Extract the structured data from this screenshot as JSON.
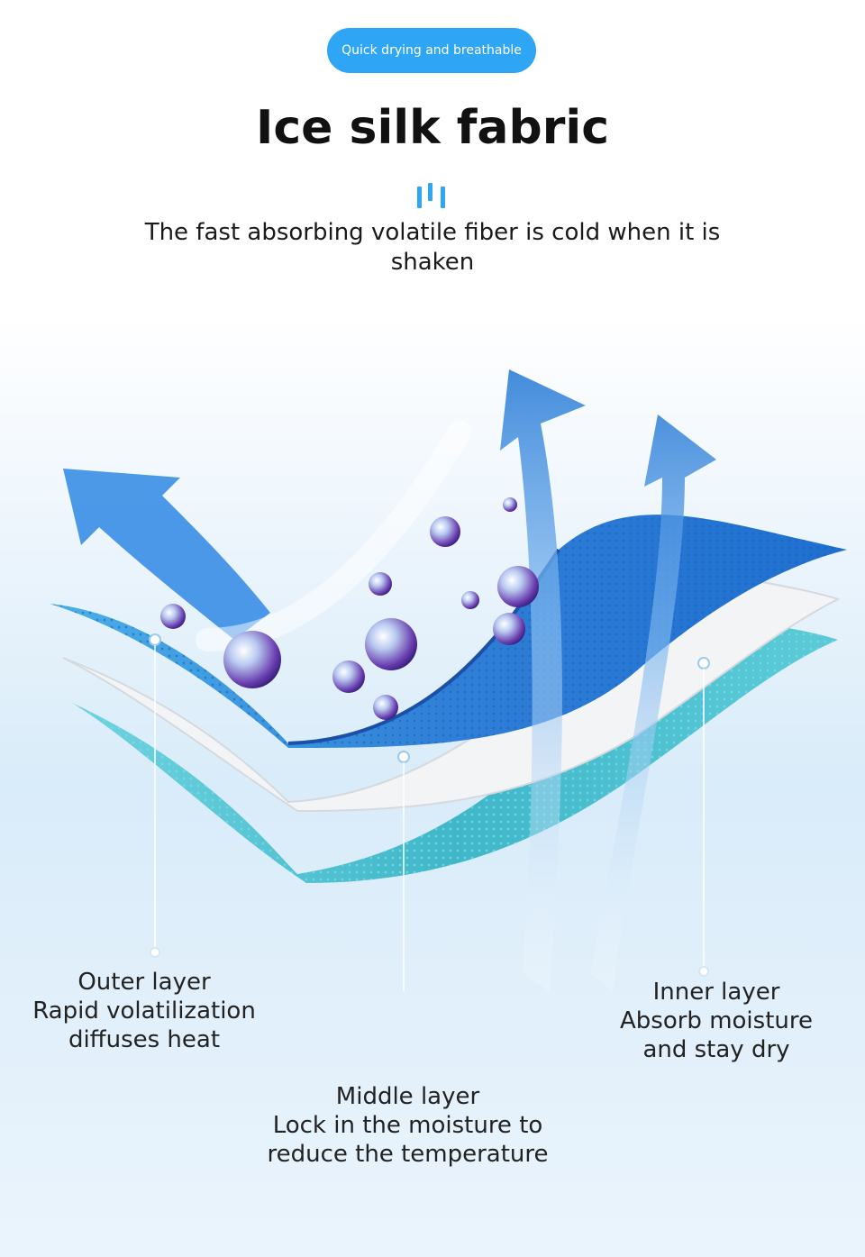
{
  "badge": {
    "label": "Quick drying and breathable"
  },
  "title": "Ice silk fabric",
  "subtitle": "The fast absorbing volatile fiber is cold when it is shaken",
  "layers": {
    "outer": {
      "name": "Outer layer",
      "line1": "Rapid volatilization",
      "line2": "diffuses heat"
    },
    "middle": {
      "name": "Middle layer",
      "line1": "Lock in the moisture to",
      "line2": "reduce the temperature"
    },
    "inner": {
      "name": "Inner layer",
      "line1": "Absorb moisture",
      "line2": "and stay dry"
    }
  },
  "colors": {
    "accent": "#2fa5f5",
    "outer_layer": "#2f7fd8",
    "middle_layer": "#f0f0f0",
    "inner_layer": "#3fb7c9",
    "arrow": "#3a8ee6",
    "droplet": "#6a3fb0"
  },
  "icons": {
    "divider": "triple-bar-icon",
    "arrows": "upward-arrow-icon",
    "droplets": "water-droplet-icon"
  }
}
